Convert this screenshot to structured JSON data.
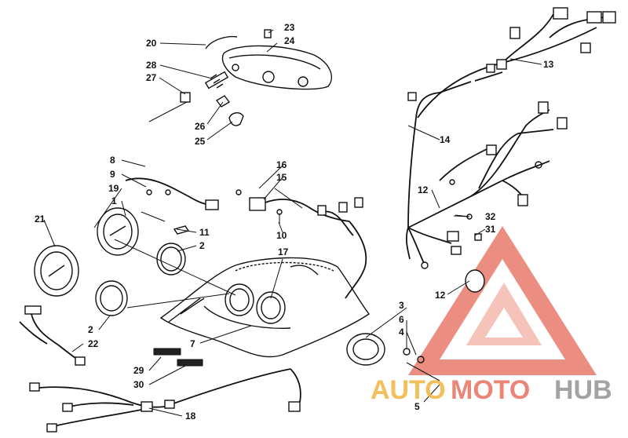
{
  "callouts": {
    "c1": "1",
    "c2a": "2",
    "c2b": "2",
    "c3": "3",
    "c4": "4",
    "c5": "5",
    "c6": "6",
    "c7": "7",
    "c8": "8",
    "c9": "9",
    "c10": "10",
    "c11": "11",
    "c12a": "12",
    "c12b": "12",
    "c13": "13",
    "c14": "14",
    "c15": "15",
    "c16": "16",
    "c17": "17",
    "c18": "18",
    "c19": "19",
    "c20": "20",
    "c21": "21",
    "c22": "22",
    "c23": "23",
    "c24": "24",
    "c25": "25",
    "c26": "26",
    "c27": "27",
    "c28": "28",
    "c29": "29",
    "c30": "30",
    "c31": "31",
    "c32": "32"
  },
  "watermark": {
    "part1": "AUTO",
    "part2": "MOTO",
    "part3": "HUB",
    "color_primary": "#e87a6a",
    "color_light": "#f4b9ae",
    "color_accent": "#f2b84b",
    "color_dark": "#9a9a9a"
  }
}
